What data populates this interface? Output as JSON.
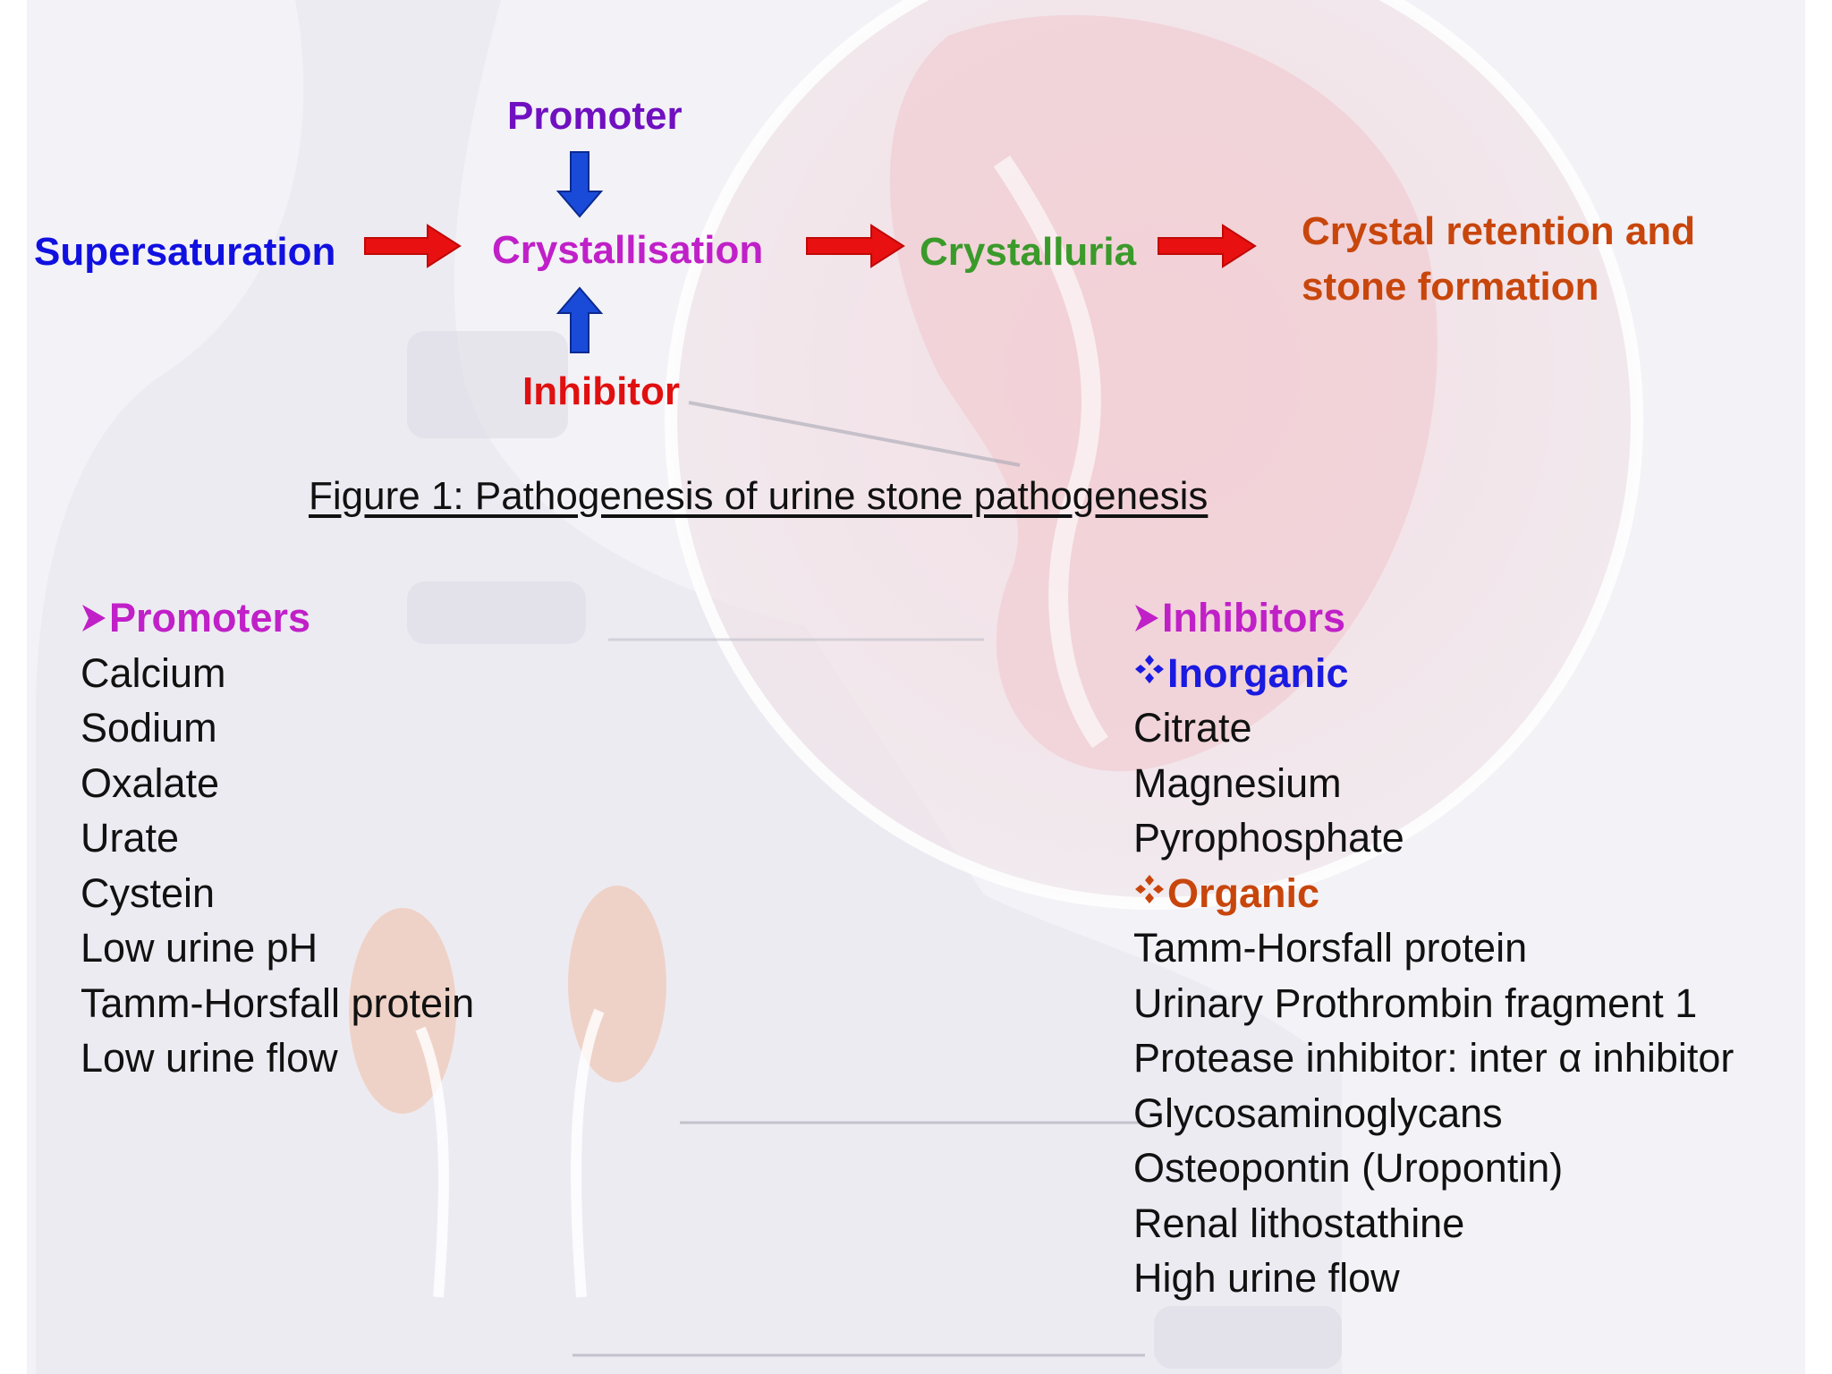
{
  "flow": {
    "promoter": "Promoter",
    "supersaturation": "Supersaturation",
    "crystallisation": "Crystallisation",
    "crystalluria": "Crystalluria",
    "retention_line1": "Crystal retention and",
    "retention_line2": "stone formation",
    "inhibitor": "Inhibitor"
  },
  "caption": "Figure 1: Pathogenesis of urine stone pathogenesis",
  "promoters": {
    "heading": "Promoters",
    "items": [
      "Calcium",
      "Sodium",
      "Oxalate",
      "Urate",
      "Cystein",
      "Low urine pH",
      "Tamm-Horsfall protein",
      "Low urine flow"
    ]
  },
  "inhibitors": {
    "heading": "Inhibitors",
    "inorganic_heading": "Inorganic",
    "inorganic_items": [
      "Citrate",
      "Magnesium",
      "Pyrophosphate"
    ],
    "organic_heading": "Organic",
    "organic_items": [
      "Tamm-Horsfall protein",
      "Urinary Prothrombin fragment 1",
      "Protease inhibitor: inter α inhibitor",
      "Glycosaminoglycans",
      "Osteopontin (Uropontin)",
      "Renal lithostathine",
      "High urine flow"
    ]
  },
  "icons": {
    "bullet_arrow": "arrowhead-bullet-icon",
    "bullet_diamond": "four-diamond-bullet-icon",
    "flow_arrow": "red-right-arrow-icon",
    "vertical_arrow": "blue-vertical-arrow-icon"
  },
  "colors": {
    "promoter": "#7010c0",
    "supersaturation": "#1010e0",
    "crystallisation": "#c020c8",
    "crystalluria": "#3a9a2a",
    "retention": "#c8460c",
    "inhibitor": "#e01010",
    "heading_magenta": "#c020c8",
    "inorganic": "#1a1ae0",
    "organic": "#c8460c",
    "arrow_red": "#e81010",
    "arrow_blue": "#1a4ad8"
  }
}
